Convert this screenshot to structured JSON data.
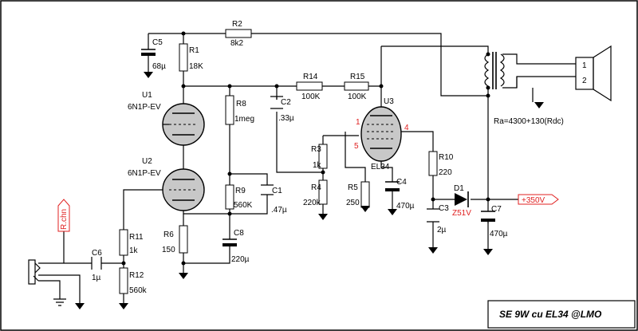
{
  "title": "SE 9W cu EL34 @LMO",
  "input_label": "R.chn",
  "supply_label": "+350V",
  "output_note": "Ra=4300+130(Rdc)",
  "speaker_pins": [
    "1",
    "2"
  ],
  "tubes": [
    {
      "ref": "U1",
      "type": "6N1P-EV"
    },
    {
      "ref": "U2",
      "type": "6N1P-EV"
    },
    {
      "ref": "U3",
      "type": "EL34",
      "pins": [
        "1",
        "4",
        "5"
      ]
    }
  ],
  "components": [
    {
      "ref": "R1",
      "value": "18K"
    },
    {
      "ref": "R2",
      "value": "8k2"
    },
    {
      "ref": "R3",
      "value": "1k"
    },
    {
      "ref": "R4",
      "value": "220k"
    },
    {
      "ref": "R5",
      "value": "250"
    },
    {
      "ref": "R6",
      "value": "150"
    },
    {
      "ref": "R8",
      "value": "1meg"
    },
    {
      "ref": "R9",
      "value": "560K"
    },
    {
      "ref": "R10",
      "value": "220"
    },
    {
      "ref": "R11",
      "value": "1k"
    },
    {
      "ref": "R12",
      "value": "560k"
    },
    {
      "ref": "R14",
      "value": "100K"
    },
    {
      "ref": "R15",
      "value": "100K"
    },
    {
      "ref": "C1",
      "value": ".47µ"
    },
    {
      "ref": "C2",
      "value": ".33µ"
    },
    {
      "ref": "C3",
      "value": "2µ"
    },
    {
      "ref": "C4",
      "value": "470µ"
    },
    {
      "ref": "C5",
      "value": "68µ"
    },
    {
      "ref": "C6",
      "value": "1µ"
    },
    {
      "ref": "C7",
      "value": "470µ"
    },
    {
      "ref": "C8",
      "value": "220µ"
    },
    {
      "ref": "D1",
      "value": "Z51V"
    }
  ]
}
